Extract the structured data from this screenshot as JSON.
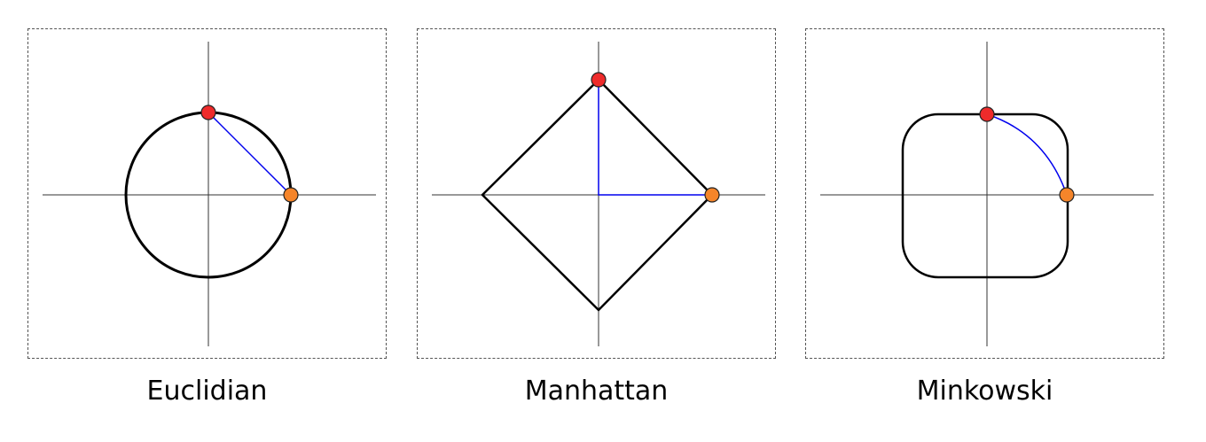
{
  "captions": {
    "euclidian": "Euclidian",
    "manhattan": "Manhattan",
    "minkowski": "Minkowski"
  },
  "colors": {
    "axis": "#333333",
    "shape": "#000000",
    "path": "#0000ee",
    "point_top": "#ee2b2b",
    "point_right": "#f5852a",
    "frame": "#555555"
  }
}
